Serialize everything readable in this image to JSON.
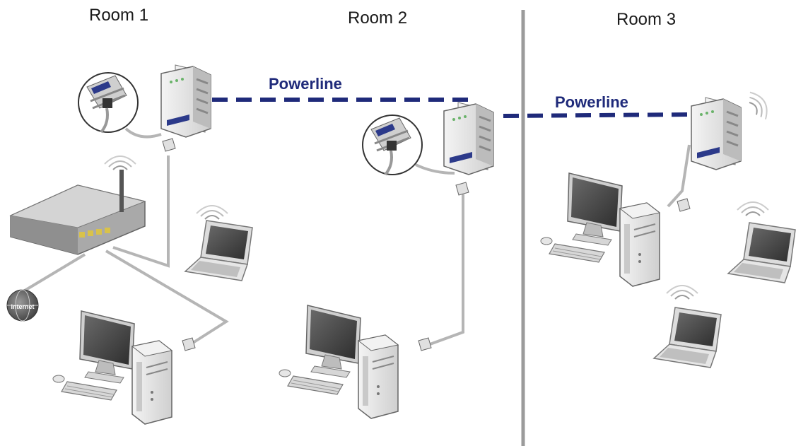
{
  "rooms": [
    {
      "label": "Room 1"
    },
    {
      "label": "Room 2"
    },
    {
      "label": "Room 3"
    }
  ],
  "powerline_labels": [
    "Powerline",
    "Powerline"
  ],
  "router_label": "internet",
  "colors": {
    "powerline": "#1f2a7a",
    "divider": "#9b9b9b",
    "device_body": "#e9e9e9",
    "device_stroke": "#8a8a8a",
    "screen": "#4a4a4a",
    "cable": "#b5b5b5",
    "adapter_badge": "#2c3a8a"
  },
  "icons": [
    "router-icon",
    "globe-icon",
    "powerline-adapter-icon",
    "laptop-icon",
    "desktop-computer-icon",
    "wifi-signal-icon",
    "ethernet-plug-icon",
    "magnifier-icon"
  ]
}
